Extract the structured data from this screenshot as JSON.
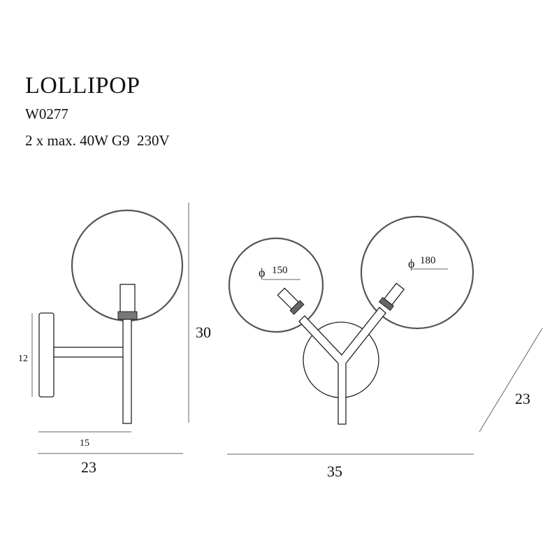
{
  "product": {
    "name": "LOLLIPOP",
    "code": "W0277",
    "spec": "2 x max. 40W G9  230V"
  },
  "side_view": {
    "height": "30",
    "width": "23",
    "arm_length": "15",
    "plate_height": "12"
  },
  "front_view": {
    "width": "35",
    "depth": "23",
    "shade_small": "150",
    "shade_large": "180"
  }
}
